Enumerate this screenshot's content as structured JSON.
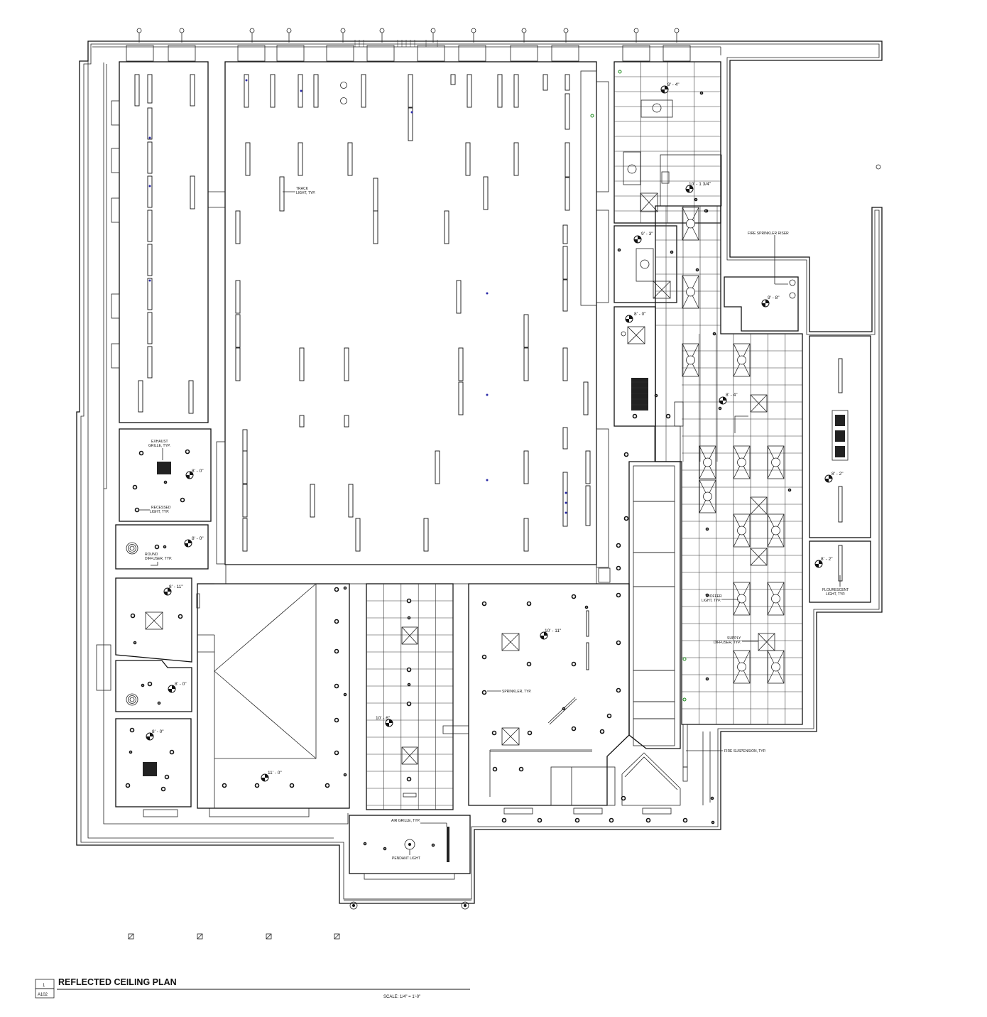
{
  "drawing": {
    "title": "REFLECTED CEILING PLAN",
    "number": "1",
    "sheet": "A102",
    "scale": "SCALE: 1/4\" = 1'-0\""
  },
  "annotations": {
    "track_light": [
      "TRACK",
      "LIGHT, TYP."
    ],
    "exhaust_grille": [
      "EXHAUST",
      "GRILLE, TYP."
    ],
    "recessed_light": [
      "RECESSED",
      "LIGHT, TYP."
    ],
    "round_diffuser": [
      "ROUND",
      "DIFFUSER, TYP."
    ],
    "fire_sprinkler_riser": "FIRE SPRINKLER RISER",
    "troffer_light": [
      "TROFFER",
      "LIGHT, TYP."
    ],
    "supply_diffuser": [
      "SUPPLY",
      "DIFFUSER, TYP."
    ],
    "fire_suspension": "FIRE SUSPENSION, TYP.",
    "flourescent_light": [
      "FLOURESCENT",
      "LIGHT, TYP."
    ],
    "sprinkler": "SPRINKLER, TYP.",
    "air_grille": "AIR GRILLE, TYP.",
    "pendant_light": "PENDANT LIGHT"
  },
  "elevations": {
    "e1": "9' - 4\"",
    "e2": "10' - 1 3/4\"",
    "e3": "9' - 3\"",
    "e4": "9' - 8\"",
    "e5": "8' - 0\"",
    "e6": "8' - 4\"",
    "e7": "8' - 2\"",
    "e8": "8' - 2\"",
    "e9": "8' - 0\"",
    "e10": "8' - 0\"",
    "e11": "8' - 11\"",
    "e12": "8' - 0\"",
    "e13": "8' - 0\"",
    "e14": "10' - 11\"",
    "e15": "10' - 6\"",
    "e16": "11' - 0\""
  }
}
